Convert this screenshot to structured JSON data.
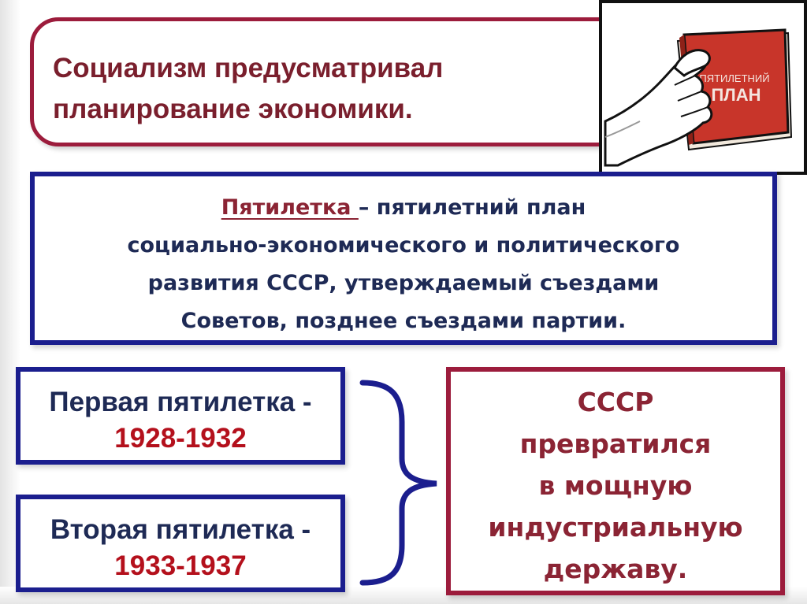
{
  "statement": {
    "line1": "Социализм предусматривал",
    "line2": "планирование экономики."
  },
  "picture": {
    "book_line1": "ПЯТИЛЕТНИЙ",
    "book_line2": "ПЛАН",
    "colors": {
      "book": "#c8352a",
      "hand": "#ffffff",
      "outline": "#111111"
    }
  },
  "definition": {
    "term": "Пятилетка ",
    "dash_text": "– пятилетний план",
    "line2": "социально-экономического и политического",
    "line3": "развития СССР, утверждаемый съездами",
    "line4": "Советов, позднее съездами партии."
  },
  "periods": [
    {
      "title": "Первая пятилетка -",
      "years": "1928-1932"
    },
    {
      "title": "Вторая пятилетка -",
      "years": "1933-1937"
    }
  ],
  "result": {
    "lines": [
      "СССР",
      "превратился",
      "в мощную",
      "индустриальную",
      "державу."
    ]
  },
  "colors": {
    "navy": "#1b1e8e",
    "maroon": "#9c1c3c",
    "years_red": "#b4101c"
  }
}
